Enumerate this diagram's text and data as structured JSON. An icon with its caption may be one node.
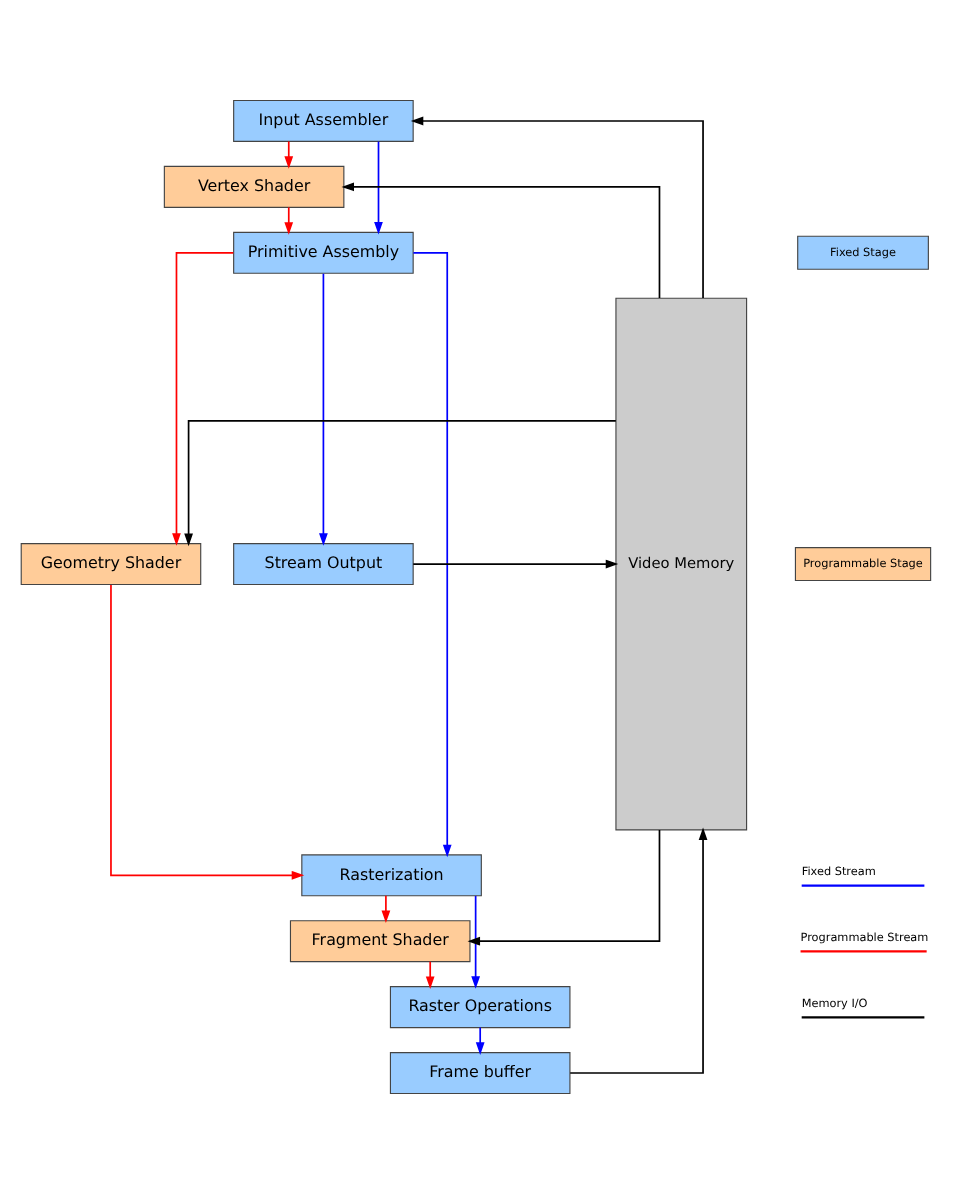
{
  "diagram": {
    "nodes": [
      {
        "text": [
          "Input Assembler"
        ]
      },
      {
        "text": [
          "Vertex Shader"
        ]
      },
      {
        "text": [
          "Primitive Assembly"
        ]
      },
      {
        "text": [
          "Geometry Shader"
        ]
      },
      {
        "text": [
          "Stream Output"
        ]
      },
      {
        "text": [
          "Rasterization"
        ]
      },
      {
        "text": [
          "Fragment Shader"
        ]
      },
      {
        "text": [
          "Raster Operations"
        ]
      },
      {
        "text": [
          "Frame buffer"
        ]
      },
      {
        "text": [
          "Video Memory"
        ]
      }
    ],
    "edges": [
      {
        "from": 0,
        "to": 1,
        "arrow": "to",
        "color": "#ff0000"
      },
      {
        "from": 1,
        "to": 2,
        "arrow": "to",
        "color": "#ff0000"
      },
      {
        "from": 0,
        "to": 2,
        "arrow": "to",
        "color": "#0000ff"
      },
      {
        "from": 2,
        "to": 3,
        "arrow": "to",
        "color": "#ff0000"
      },
      {
        "from": 2,
        "to": 4,
        "arrow": "to",
        "color": "#0000ff"
      },
      {
        "from": 3,
        "to": 5,
        "arrow": "to",
        "color": "#ff0000"
      },
      {
        "from": 2,
        "to": 5,
        "arrow": "to",
        "color": "#0000ff"
      },
      {
        "from": 5,
        "to": 6,
        "arrow": "to",
        "color": "#ff0000"
      },
      {
        "from": 6,
        "to": 7,
        "arrow": "to",
        "color": "#ff0000"
      },
      {
        "from": 5,
        "to": 7,
        "arrow": "to",
        "color": "#0000ff"
      },
      {
        "from": 7,
        "to": 8,
        "arrow": "to",
        "color": "#0000ff"
      },
      {
        "from": 9,
        "to": 0,
        "arrow": "to",
        "color": "#000000"
      },
      {
        "from": 9,
        "to": 1,
        "arrow": "to",
        "color": "#000000"
      },
      {
        "from": 9,
        "to": 3,
        "arrow": "to",
        "color": "#000000"
      },
      {
        "from": 4,
        "to": 9,
        "arrow": "to",
        "color": "#000000"
      },
      {
        "from": 9,
        "to": 6,
        "arrow": "to",
        "color": "#000000"
      },
      {
        "from": 8,
        "to": 9,
        "arrow": "to",
        "color": "#000000"
      }
    ],
    "legend": [
      {
        "text": "Fixed Stage",
        "color": "#99ccff"
      },
      {
        "text": "Programmable Stage",
        "color": "#ffcc99"
      },
      {
        "text": "Fixed Stream"
      },
      {
        "text": "Programmable Stream"
      },
      {
        "text": "Memory I/O"
      }
    ]
  }
}
